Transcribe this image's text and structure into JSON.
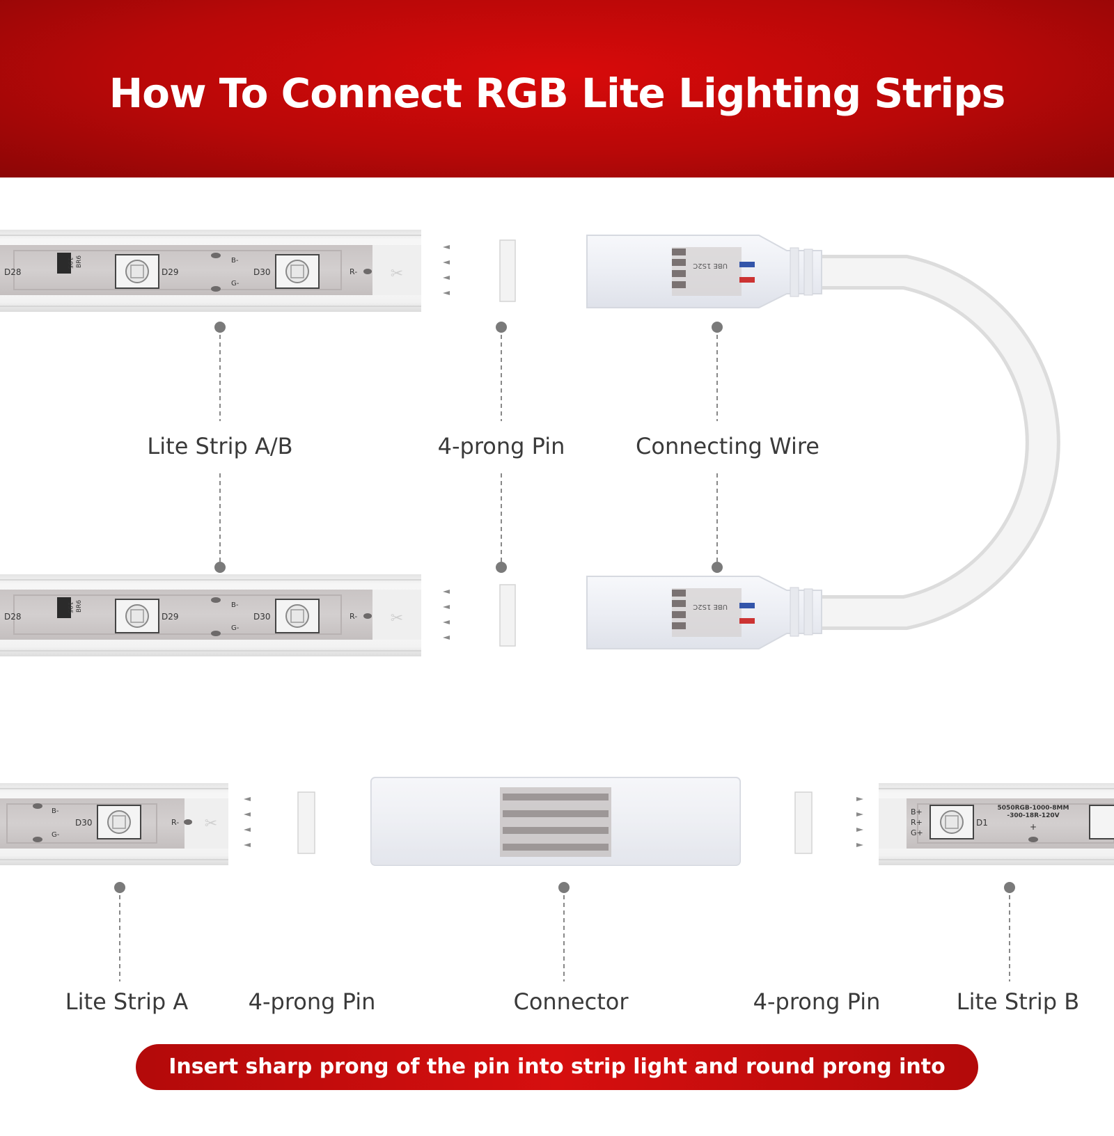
{
  "title": "How To Connect RGB Lite Lighting Strips",
  "labels": {
    "strip_ab": "Lite Strip A/B",
    "pin_top": "4-prong Pin",
    "connecting_wire": "Connecting Wire",
    "strip_a": "Lite Strip A",
    "pin_left": "4-prong Pin",
    "connector": "Connector",
    "pin_right": "4-prong Pin",
    "strip_b": "Lite Strip B"
  },
  "pcb": {
    "d28": "D28",
    "d29": "D29",
    "d30": "D30",
    "d1": "D1",
    "r195": "195",
    "br6": "BR6",
    "b_minus": "B-",
    "g_minus": "G-",
    "r_minus": "R-",
    "b_plus": "B+",
    "r_plus": "R+",
    "g_plus": "G+",
    "model_line1": "5050RGB-1000-8MM",
    "model_line2": "-300-18R-120V",
    "plus": "+",
    "wire_marking": "UBE 1S2C"
  },
  "instruction": "Insert sharp prong of the pin into strip light and round prong into connector.",
  "colors": {
    "brand_red": "#c40a0a",
    "label_gray": "#3a3a3a",
    "leader_gray": "#888888"
  }
}
